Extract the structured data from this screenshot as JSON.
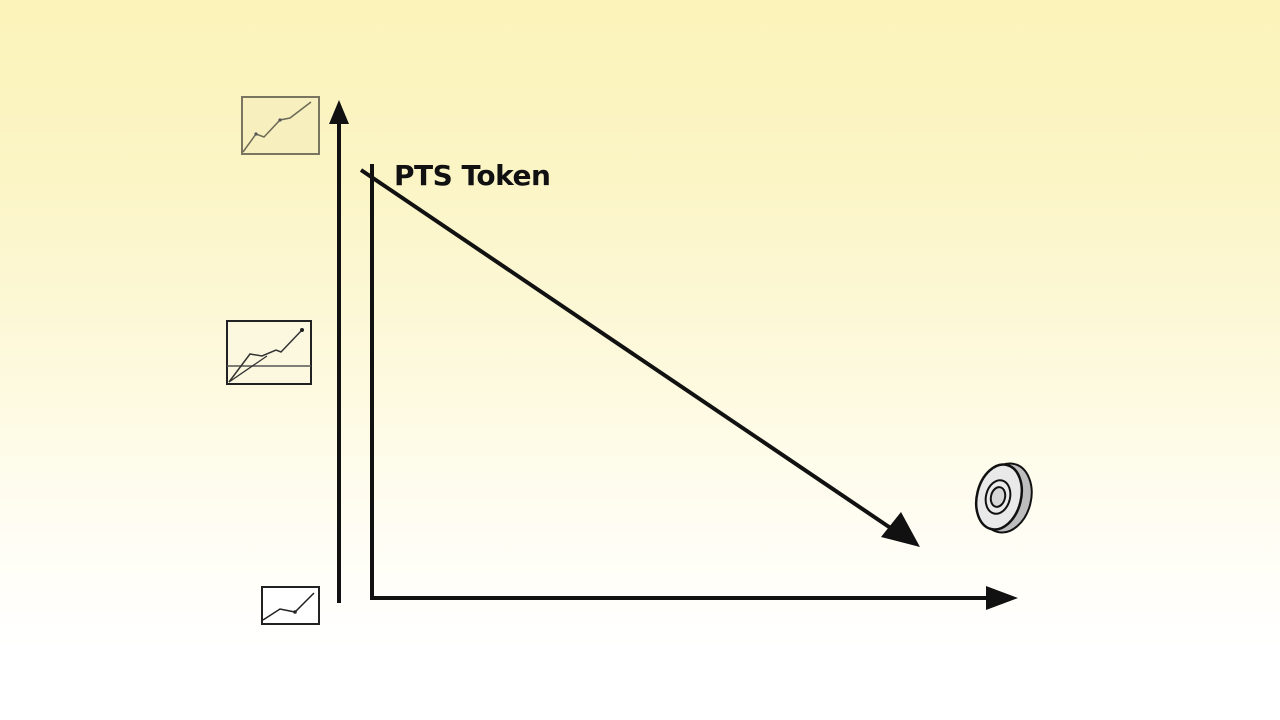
{
  "diagram": {
    "title": "PTS Token",
    "trend": "declining",
    "colors": {
      "background_top": "#fbf3b9",
      "background_bottom": "#ffffff",
      "stroke": "#111111",
      "coin_face": "#e6e6e6",
      "coin_edge": "#b8b8b8"
    },
    "icons": [
      {
        "name": "chart-thumbnail-icon",
        "position": "top-left",
        "style": "faded"
      },
      {
        "name": "chart-thumbnail-icon",
        "position": "middle-left",
        "style": "with-baseline"
      },
      {
        "name": "chart-thumbnail-icon",
        "position": "bottom-left",
        "style": "small"
      },
      {
        "name": "coin-icon",
        "position": "bottom-right"
      }
    ],
    "arrows": [
      {
        "name": "vertical-axis-arrow",
        "direction": "up"
      },
      {
        "name": "horizontal-axis-arrow",
        "direction": "right"
      },
      {
        "name": "downtrend-arrow",
        "direction": "down-right"
      }
    ]
  }
}
